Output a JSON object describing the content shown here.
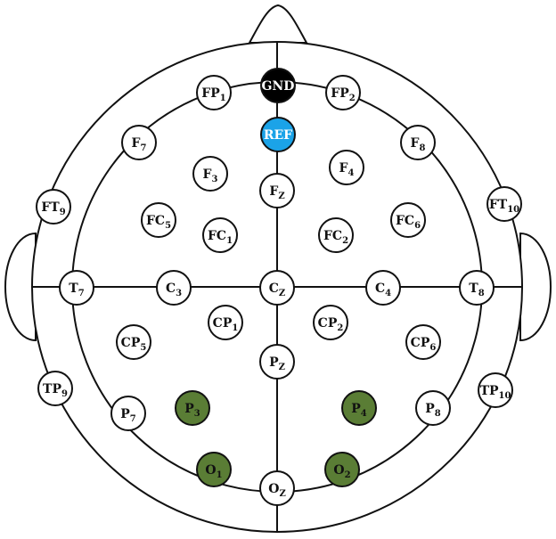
{
  "colors": {
    "outline": "#111111",
    "electrode_fill": "#ffffff",
    "ground_fill": "#000000",
    "reference_fill": "#1ba3e8",
    "highlight_fill": "#5a7d35",
    "text_dark": "#111111",
    "text_light": "#ffffff"
  },
  "electrodes": [
    {
      "id": "GND",
      "main": "GND",
      "sub": "",
      "role": "ground"
    },
    {
      "id": "REF",
      "main": "REF",
      "sub": "",
      "role": "reference"
    },
    {
      "id": "FP1",
      "main": "FP",
      "sub": "1",
      "role": "normal"
    },
    {
      "id": "FP2",
      "main": "FP",
      "sub": "2",
      "role": "normal"
    },
    {
      "id": "F7",
      "main": "F",
      "sub": "7",
      "role": "normal"
    },
    {
      "id": "F8",
      "main": "F",
      "sub": "8",
      "role": "normal"
    },
    {
      "id": "F3",
      "main": "F",
      "sub": "3",
      "role": "normal"
    },
    {
      "id": "F4",
      "main": "F",
      "sub": "4",
      "role": "normal"
    },
    {
      "id": "FZ",
      "main": "F",
      "sub": "Z",
      "role": "normal"
    },
    {
      "id": "FT9",
      "main": "FT",
      "sub": "9",
      "role": "normal"
    },
    {
      "id": "FT10",
      "main": "FT",
      "sub": "10",
      "role": "normal"
    },
    {
      "id": "FC5",
      "main": "FC",
      "sub": "5",
      "role": "normal"
    },
    {
      "id": "FC1",
      "main": "FC",
      "sub": "1",
      "role": "normal"
    },
    {
      "id": "FC2",
      "main": "FC",
      "sub": "2",
      "role": "normal"
    },
    {
      "id": "FC6",
      "main": "FC",
      "sub": "6",
      "role": "normal"
    },
    {
      "id": "T7",
      "main": "T",
      "sub": "7",
      "role": "normal"
    },
    {
      "id": "C3",
      "main": "C",
      "sub": "3",
      "role": "normal"
    },
    {
      "id": "CZ",
      "main": "C",
      "sub": "Z",
      "role": "normal"
    },
    {
      "id": "C4",
      "main": "C",
      "sub": "4",
      "role": "normal"
    },
    {
      "id": "T8",
      "main": "T",
      "sub": "8",
      "role": "normal"
    },
    {
      "id": "CP5",
      "main": "CP",
      "sub": "5",
      "role": "normal"
    },
    {
      "id": "CP1",
      "main": "CP",
      "sub": "1",
      "role": "normal"
    },
    {
      "id": "CP2",
      "main": "CP",
      "sub": "2",
      "role": "normal"
    },
    {
      "id": "CP6",
      "main": "CP",
      "sub": "6",
      "role": "normal"
    },
    {
      "id": "PZ",
      "main": "P",
      "sub": "Z",
      "role": "normal"
    },
    {
      "id": "TP9",
      "main": "TP",
      "sub": "9",
      "role": "normal"
    },
    {
      "id": "TP10",
      "main": "TP",
      "sub": "10",
      "role": "normal"
    },
    {
      "id": "P7",
      "main": "P",
      "sub": "7",
      "role": "normal"
    },
    {
      "id": "P3",
      "main": "P",
      "sub": "3",
      "role": "highlight"
    },
    {
      "id": "P4",
      "main": "P",
      "sub": "4",
      "role": "highlight"
    },
    {
      "id": "P8",
      "main": "P",
      "sub": "8",
      "role": "normal"
    },
    {
      "id": "O1",
      "main": "O",
      "sub": "1",
      "role": "highlight"
    },
    {
      "id": "OZ",
      "main": "O",
      "sub": "Z",
      "role": "normal"
    },
    {
      "id": "O2",
      "main": "O",
      "sub": "2",
      "role": "highlight"
    }
  ]
}
